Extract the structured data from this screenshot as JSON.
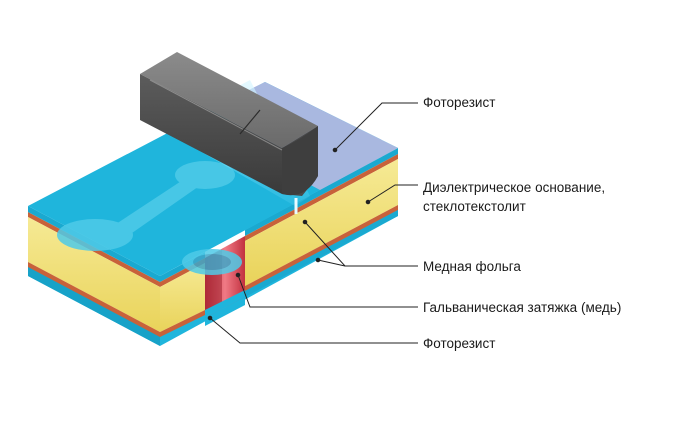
{
  "labels": {
    "photoresist_top": "Фоторезист",
    "dielectric_line1": "Диэлектрическое основание,",
    "dielectric_line2": "стеклотекстолит",
    "copper_foil": "Медная фольга",
    "galvanic_plating": "Гальваническая затяжка (медь)",
    "photoresist_bottom": "Фоторезист"
  },
  "colors": {
    "photoresist_blue": "#1fb5dc",
    "photoresist_exposed": "#a9b8e0",
    "dielectric_yellow": "#f4e27a",
    "copper": "#c8623a",
    "plating_red": "#e8465a",
    "roller_gray": "#5a5a5a"
  }
}
